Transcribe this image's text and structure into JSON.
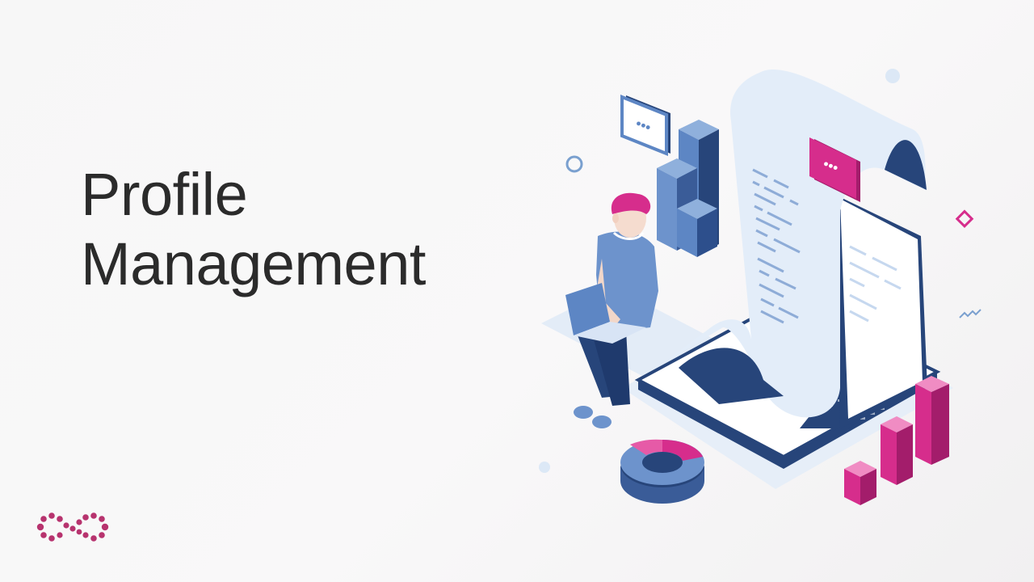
{
  "slide": {
    "title_lines": [
      "Profile",
      "Management"
    ]
  },
  "illustration": {
    "subject": "isometric person-with-laptop-and-scroll",
    "bubble_left_text": "•••",
    "bubble_right_text": "•••"
  },
  "logo": {
    "icon": "infinity-dots-logo",
    "color": "#b7336e"
  },
  "colors": {
    "text": "#2b2b2b",
    "accent_magenta": "#d62d8c",
    "navy": "#27457a",
    "mid_blue": "#5d86c4",
    "light_blue": "#dbe8f7"
  }
}
